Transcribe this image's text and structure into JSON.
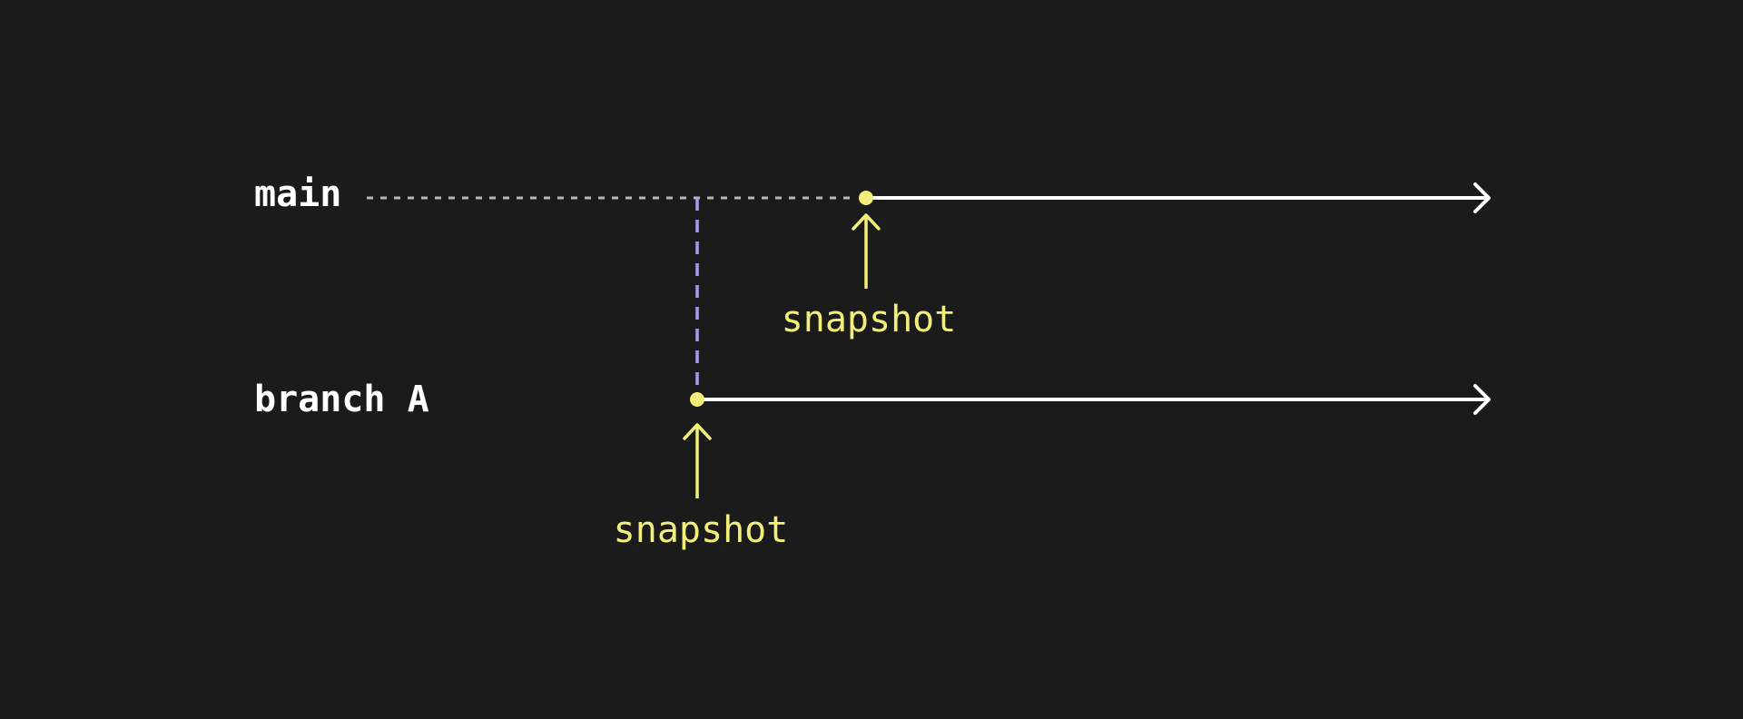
{
  "diagram": {
    "colors": {
      "background": "#1b1b1b",
      "timeline": "#ffffff",
      "history_dotted": "#b8b8b8",
      "fork_dashed": "#a89cf0",
      "snapshot": "#f2ef7a"
    },
    "branches": [
      {
        "label": "main"
      },
      {
        "label": "branch A"
      }
    ],
    "snapshots": [
      {
        "label": "snapshot",
        "branch": "main"
      },
      {
        "label": "snapshot",
        "branch": "branch A"
      }
    ]
  }
}
